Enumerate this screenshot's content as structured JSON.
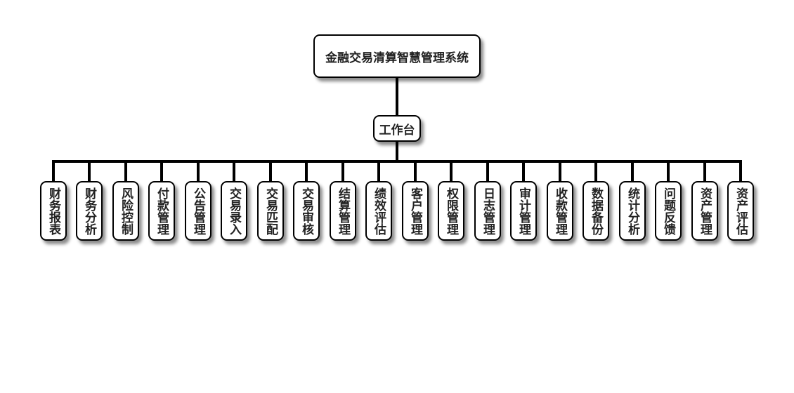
{
  "diagram": {
    "root": {
      "label": "金融交易清算智慧管理系统"
    },
    "hub": {
      "label": "工作台"
    },
    "leaves": [
      {
        "label": "财务报表"
      },
      {
        "label": "财务分析"
      },
      {
        "label": "风险控制"
      },
      {
        "label": "付款管理"
      },
      {
        "label": "公告管理"
      },
      {
        "label": "交易录入"
      },
      {
        "label": "交易匹配"
      },
      {
        "label": "交易审核"
      },
      {
        "label": "结算管理"
      },
      {
        "label": "绩效评估"
      },
      {
        "label": "客户管理"
      },
      {
        "label": "权限管理"
      },
      {
        "label": "日志管理"
      },
      {
        "label": "审计管理"
      },
      {
        "label": "收款管理"
      },
      {
        "label": "数据备份"
      },
      {
        "label": "统计分析"
      },
      {
        "label": "问题反馈"
      },
      {
        "label": "资产管理"
      },
      {
        "label": "资产评估"
      }
    ],
    "colors": {
      "line": "#000000",
      "box_fill": "#ffffff",
      "text": "#222222"
    }
  }
}
